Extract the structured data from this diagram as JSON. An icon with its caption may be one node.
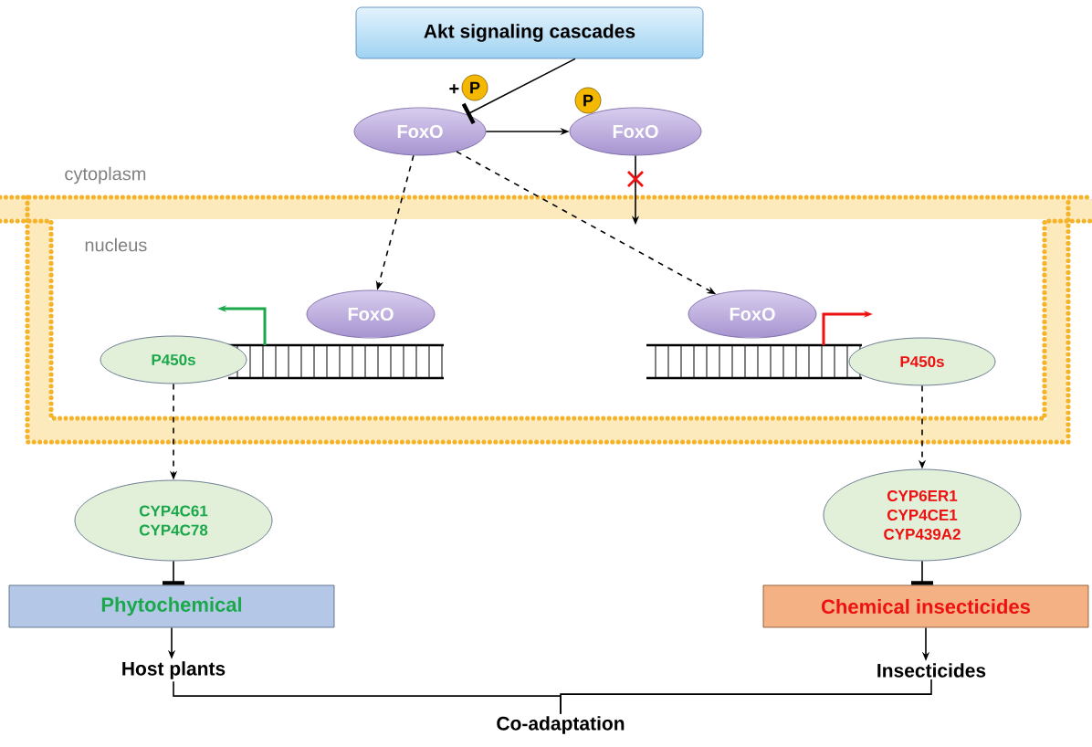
{
  "diagram": {
    "nodes": [
      {
        "text": [
          "Akt signaling cascades"
        ]
      },
      {
        "text": [
          "P"
        ],
        "beside": [
          "+"
        ]
      },
      {
        "text": [
          "FoxO"
        ]
      },
      {
        "text": [
          "P"
        ]
      },
      {
        "text": [
          "FoxO"
        ]
      },
      {
        "text": [
          "FoxO"
        ]
      },
      {
        "text": [
          "P450s"
        ]
      },
      {
        "text": [
          "FoxO"
        ]
      },
      {
        "text": [
          "P450s"
        ]
      },
      {
        "text": [
          "CYP4C61 CYP4C78"
        ]
      },
      {
        "text": [
          "CYP6ER1 CYP4CE1 CYP439A2"
        ]
      },
      {
        "text": [
          "Phytochemical"
        ]
      },
      {
        "text": [
          "Chemical insecticides"
        ]
      },
      {
        "text": [
          "Host plants"
        ]
      },
      {
        "text": [
          "Insecticides"
        ]
      },
      {
        "text": [
          "Co-adaptation"
        ]
      }
    ],
    "edges": [
      {
        "from": 0,
        "to": 2,
        "arrow": "other"
      },
      {
        "from": 2,
        "to": 4,
        "arrow": "to"
      },
      {
        "from": 2,
        "to": 5,
        "arrow": "to",
        "style": "dashed"
      },
      {
        "from": 2,
        "to": 7,
        "arrow": "to",
        "style": "dashed"
      },
      {
        "from": 4,
        "to": null,
        "arrow": "to"
      },
      {
        "from": 6,
        "to": 9,
        "arrow": "to",
        "style": "dashed"
      },
      {
        "from": 8,
        "to": 10,
        "arrow": "to",
        "style": "dashed"
      },
      {
        "from": 9,
        "to": 11,
        "arrow": "other"
      },
      {
        "from": 10,
        "to": 12,
        "arrow": "other"
      },
      {
        "from": 11,
        "to": 13,
        "arrow": "to"
      },
      {
        "from": 12,
        "to": 14,
        "arrow": "to"
      },
      {
        "from": 13,
        "to": 15,
        "arrow": "none"
      },
      {
        "from": 14,
        "to": 15,
        "arrow": "none"
      }
    ],
    "labels": [
      "cytoplasm",
      "nucleus"
    ]
  }
}
